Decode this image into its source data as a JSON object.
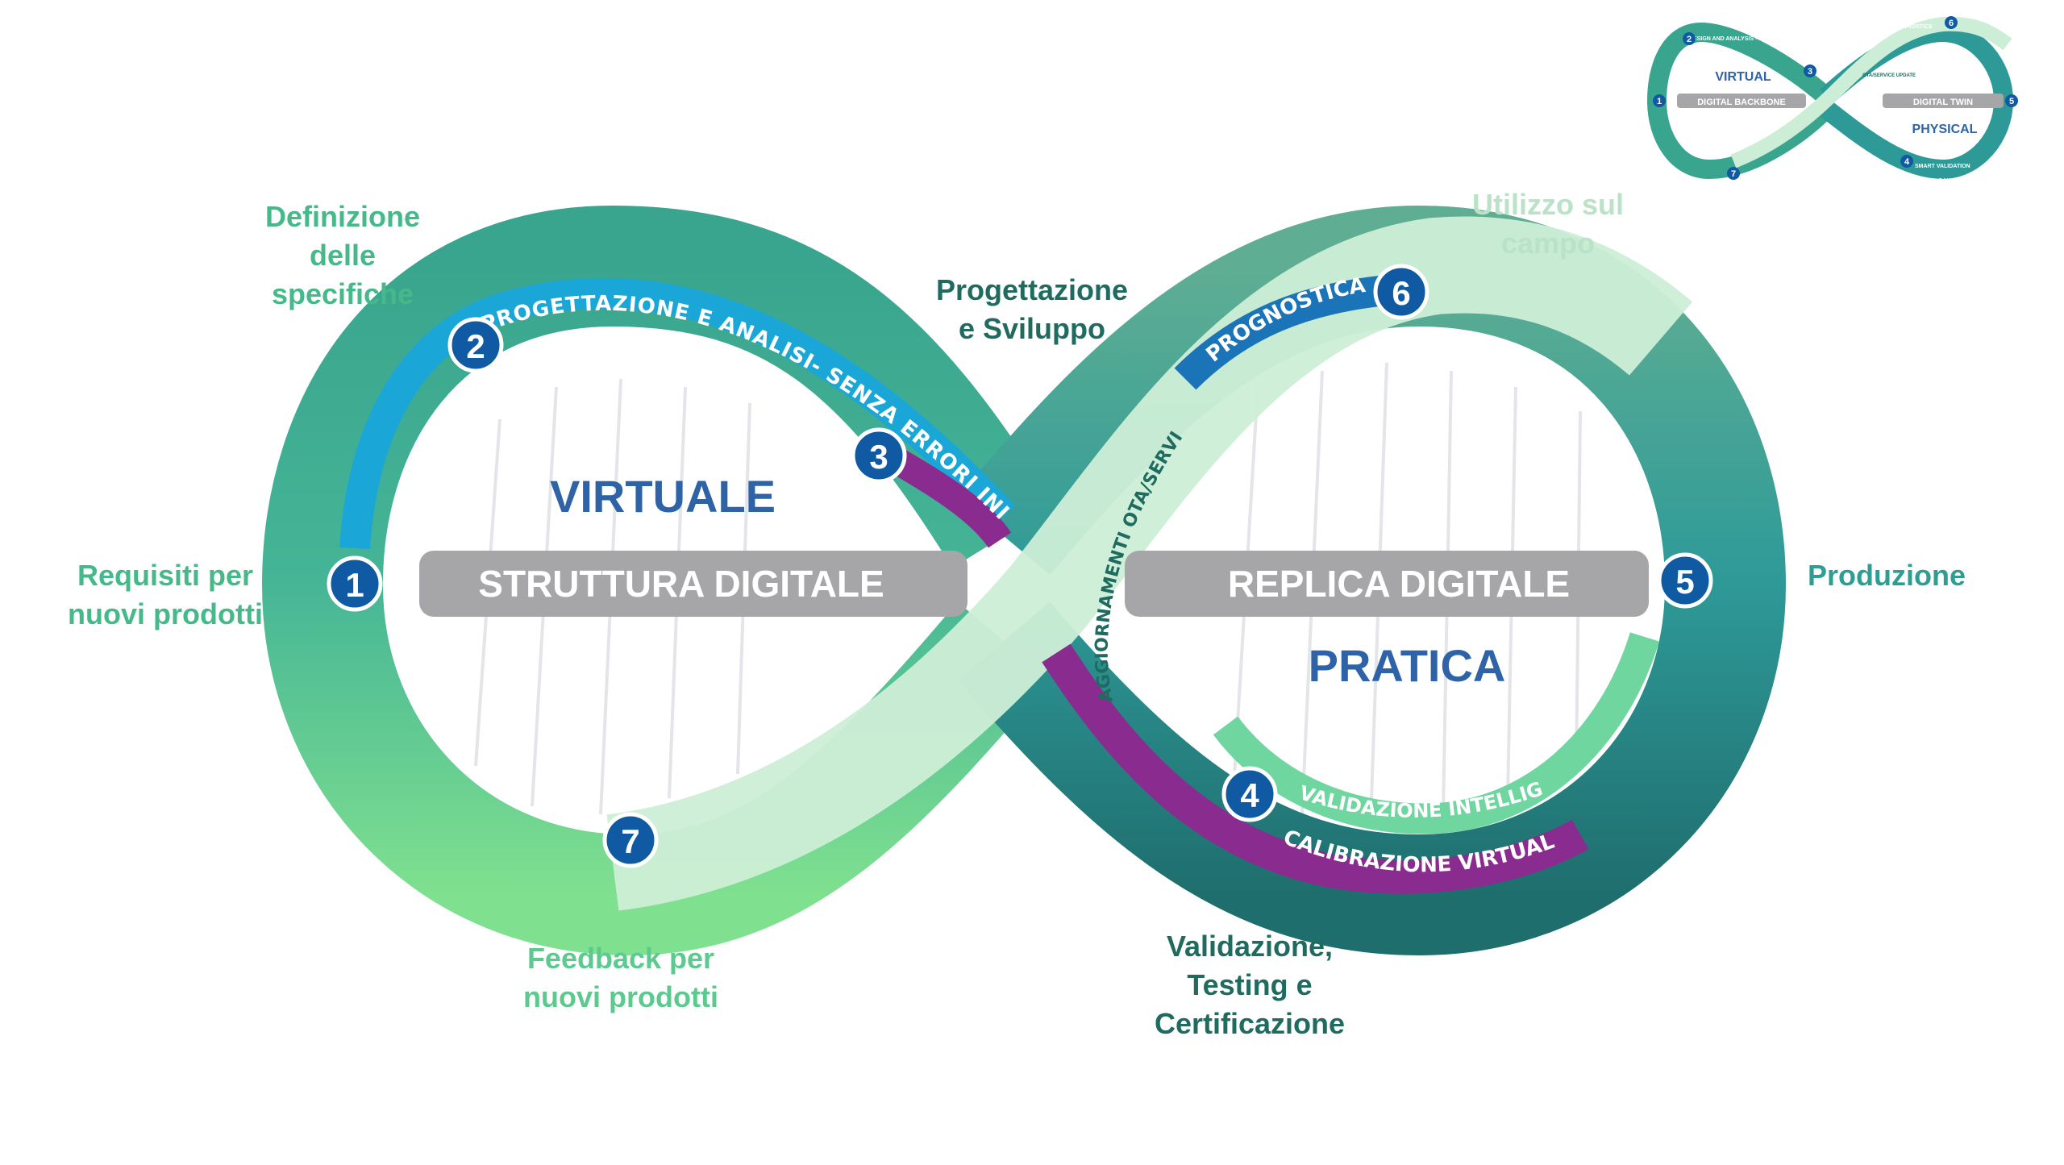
{
  "diagram": {
    "center": {
      "left_word": "VIRTUALE",
      "right_word": "PRATICA",
      "left_bar": "STRUTTURA DIGITALE",
      "right_bar": "REPLICA DIGITALE"
    },
    "steps": [
      {
        "n": "1"
      },
      {
        "n": "2"
      },
      {
        "n": "3"
      },
      {
        "n": "4"
      },
      {
        "n": "5"
      },
      {
        "n": "6"
      },
      {
        "n": "7"
      }
    ],
    "ribbons": {
      "design": "PROGETTAZIONE E ANALISI- SENZA ERRORI INIZIALI",
      "prognostics": "PROGNOSTICA",
      "ota": "AGGIORNAMENTI OTA/SERVICE",
      "validation": "VALIDAZIONE INTELLIGENTE",
      "calibration": "CALIBRAZIONE VIRTUALE"
    },
    "labels": {
      "definizione": [
        "Definizione",
        "delle",
        "specifiche"
      ],
      "requisiti": [
        "Requisiti per",
        "nuovi prodotti"
      ],
      "progettazione": [
        "Progettazione",
        "e Sviluppo"
      ],
      "utilizzo": [
        "Utilizzo sul",
        "campo"
      ],
      "produzione": [
        "Produzione"
      ],
      "validazione": [
        "Validazione,",
        "Testing e",
        "Certificazione"
      ],
      "feedback": [
        "Feedback per",
        "nuovi prodotti"
      ]
    },
    "thumbnail": {
      "virtual": "VIRTUAL",
      "physical": "PHYSICAL",
      "backbone": "DIGITAL BACKBONE",
      "twin": "DIGITAL TWIN",
      "design": "DESIGN AND ANALYSIS - RIGHT FIRST TIME",
      "prognostics": "PROGNOSTICS",
      "ota": "OTA/SERVICE UPDATE",
      "validation": "SMART VALIDATION",
      "calibration": "VIRTUAL CALIBRATION",
      "steps": [
        "1",
        "2",
        "3",
        "4",
        "5",
        "6",
        "7"
      ]
    }
  },
  "colors": {
    "teal": "#2e9e92",
    "green": "#5cc98e",
    "light_green": "#cdeed6",
    "blue": "#1aa7d8",
    "purple": "#8a2b8f",
    "navy": "#0f5aa3",
    "grey_bar": "#a6a6a8",
    "label_green": "#45b98a",
    "label_dark": "#1f6b5f",
    "label_light": "#b9e2c6",
    "word_blue": "#2f63a8"
  }
}
